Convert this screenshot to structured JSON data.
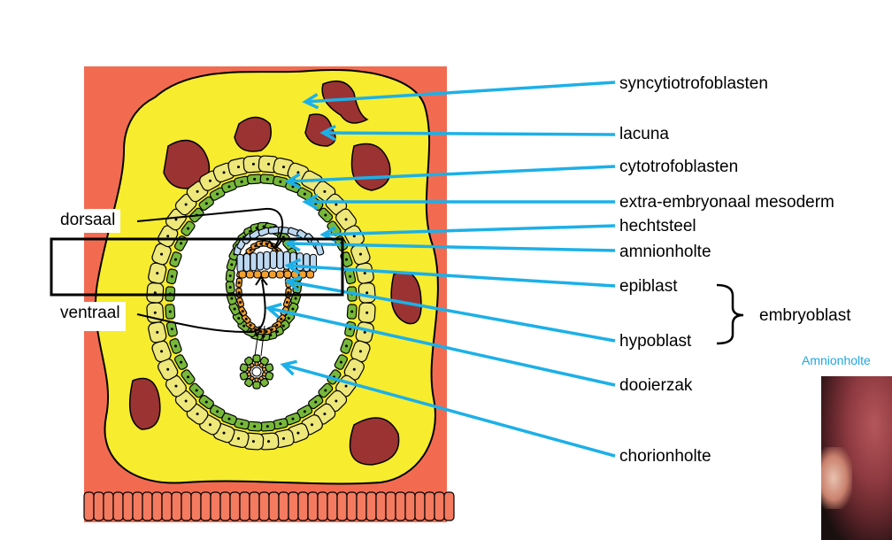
{
  "labels": {
    "syncytiotrofoblasten": "syncytiotrofoblasten",
    "lacuna": "lacuna",
    "cytotrofoblasten": "cytotrofoblasten",
    "extra_embryonaal_mesoderm": "extra-embryonaal mesoderm",
    "hechtsteel": "hechtsteel",
    "amnionholte": "amnionholte",
    "epiblast": "epiblast",
    "hypoblast": "hypoblast",
    "embryoblast": "embryoblast",
    "dooierzak": "dooierzak",
    "chorionholte": "chorionholte"
  },
  "side_labels": {
    "dorsaal": "dorsaal",
    "ventraal": "ventraal"
  },
  "photo": {
    "caption": "Amnionholte"
  },
  "colors": {
    "endometrium": "#f26b50",
    "syncytium": "#f7ec2e",
    "lacuna": "#9b3333",
    "cyto_cell": "#eee77a",
    "mesoderm_cell": "#77b83a",
    "epiblast_cell": "#bcd7f0",
    "hypoblast_cell": "#f2a130",
    "arrow": "#1cb0e8"
  }
}
